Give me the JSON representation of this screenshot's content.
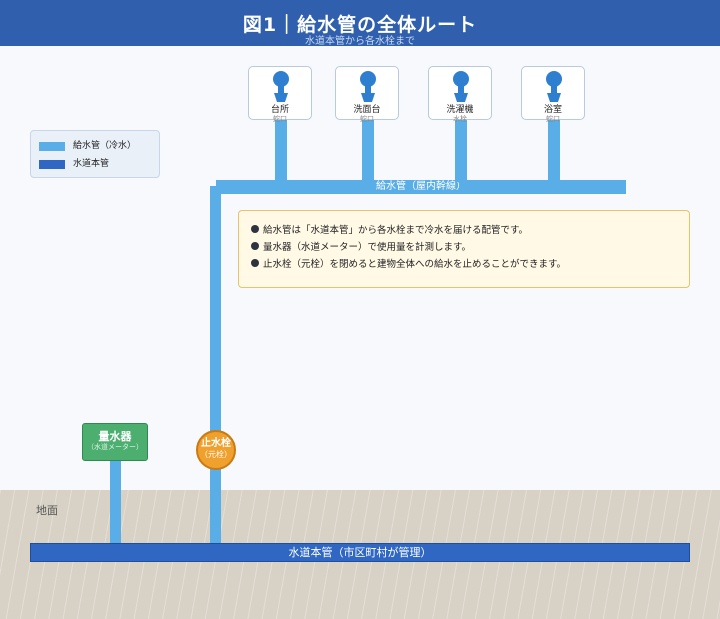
{
  "header": {
    "title": "図1｜給水管の全体ルート",
    "subtitle": "水道本管から各水栓まで"
  },
  "colors": {
    "header_bg": "#2f5fad",
    "service_pipe": "#5aaee8",
    "main_pipe": "#2f67c2",
    "meter": "#4caf6f",
    "valve": "#f0a02c",
    "note_bg": "#fff9e6",
    "ground": "#d8d2c6"
  },
  "legend": {
    "items": [
      {
        "label": "給水管（冷水）",
        "color": "#5aaee8"
      },
      {
        "label": "水道本管",
        "color": "#2f67c2"
      }
    ]
  },
  "fixtures": [
    {
      "name": "台所",
      "sub": "蛇口",
      "icon": "faucet-icon"
    },
    {
      "name": "洗面台",
      "sub": "蛇口",
      "icon": "faucet-icon"
    },
    {
      "name": "洗濯機",
      "sub": "水栓",
      "icon": "faucet-icon"
    },
    {
      "name": "浴室",
      "sub": "蛇口",
      "icon": "faucet-icon"
    }
  ],
  "trunk": {
    "label": "給水管（屋内幹線）"
  },
  "notes": [
    "給水管は「水道本管」から各水栓まで冷水を届ける配管です。",
    "量水器（水道メーター）で使用量を計測します。",
    "止水栓（元栓）を閉めると建物全体への給水を止めることができます。"
  ],
  "meter": {
    "label": "量水器",
    "sub": "（水道メーター）"
  },
  "valve": {
    "label": "止水栓",
    "sub": "（元栓）"
  },
  "ground": {
    "label": "地面"
  },
  "main": {
    "label": "水道本管（市区町村が管理）"
  }
}
